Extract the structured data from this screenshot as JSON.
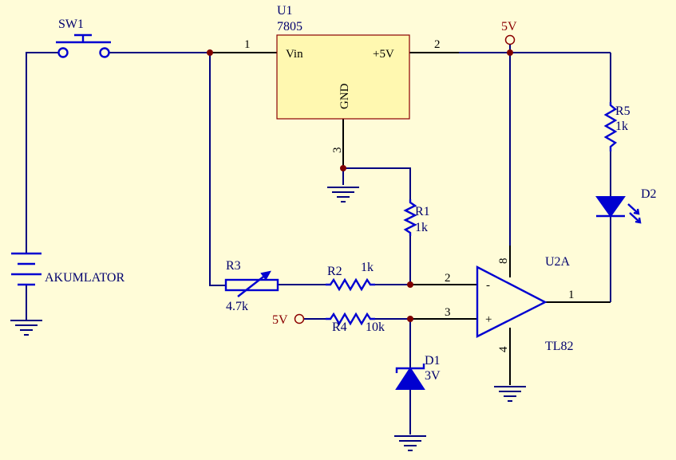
{
  "colors": {
    "background": "#fffcd8",
    "wire": "#000080",
    "component": "#0000d0",
    "junction": "#800000",
    "regulator_fill": "#fff8b0",
    "power_label": "#8b0000"
  },
  "switch": {
    "ref": "SW1"
  },
  "battery": {
    "label": "AKUMLATOR"
  },
  "regulator": {
    "ref": "U1",
    "part": "7805",
    "vin": "Vin",
    "vout": "+5V",
    "gnd": "GND",
    "pin_in": "1",
    "pin_out": "2",
    "pin_gnd": "3"
  },
  "power": {
    "top": "5V",
    "left": "5V"
  },
  "r1": {
    "ref": "R1",
    "value": "1k"
  },
  "r2": {
    "ref": "R2",
    "value": "1k"
  },
  "r3": {
    "ref": "R3",
    "value": "4.7k"
  },
  "r4": {
    "ref": "R4",
    "value": "10k"
  },
  "r5": {
    "ref": "R5",
    "value": "1k"
  },
  "d1": {
    "ref": "D1",
    "value": "3V"
  },
  "d2": {
    "ref": "D2"
  },
  "opamp": {
    "ref": "U2A",
    "part": "TL82",
    "minus": "-",
    "plus": "+",
    "pin_minus": "2",
    "pin_plus": "3",
    "pin_out": "1",
    "pin_vcc": "8",
    "pin_gnd": "4"
  }
}
